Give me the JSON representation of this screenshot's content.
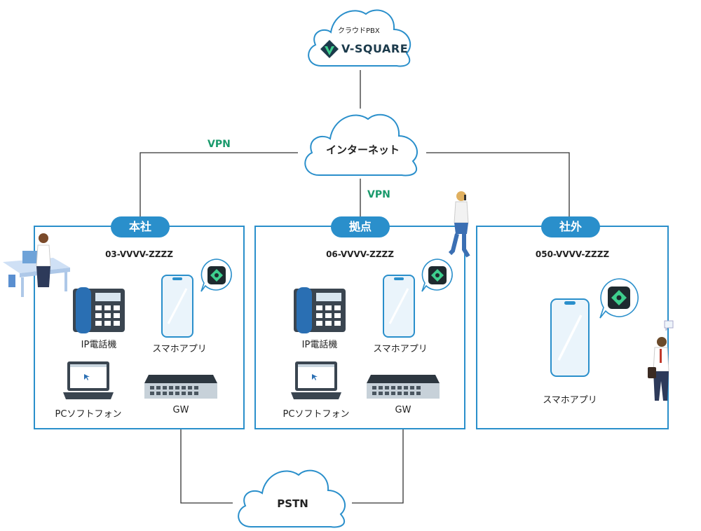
{
  "cloud_pbx": {
    "subtitle": "クラウドPBX",
    "brand": "V-SQUARE"
  },
  "internet": {
    "label": "インターネット"
  },
  "pstn": {
    "label": "PSTN"
  },
  "vpn_left": "VPN",
  "vpn_center": "VPN",
  "sites": [
    {
      "name": "本社",
      "number": "03-VVVV-ZZZZ",
      "devices": {
        "ip_phone": "IP電話機",
        "smartphone_app": "スマホアプリ",
        "pc_softphone": "PCソフトフォン",
        "gateway": "GW"
      }
    },
    {
      "name": "拠点",
      "number": "06-VVVV-ZZZZ",
      "devices": {
        "ip_phone": "IP電話機",
        "smartphone_app": "スマホアプリ",
        "pc_softphone": "PCソフトフォン",
        "gateway": "GW"
      }
    },
    {
      "name": "社外",
      "number": "050-VVVV-ZZZZ",
      "devices": {
        "smartphone_app": "スマホアプリ"
      }
    }
  ],
  "colors": {
    "accent": "#2a8fcb",
    "vpn": "#1a9a6c",
    "cloud_stroke": "#2a8fcb",
    "phone_blue": "#2a6fb3"
  },
  "icons": [
    "cloud-icon",
    "v-square-logo-icon",
    "ip-phone-icon",
    "smartphone-icon",
    "app-icon",
    "laptop-icon",
    "network-switch-icon",
    "person-icon"
  ]
}
